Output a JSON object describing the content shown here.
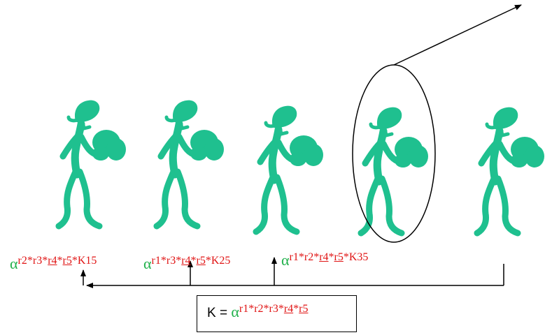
{
  "colors": {
    "figure": "#1fc08f",
    "alpha": "#22b14c",
    "exponent": "#e01414",
    "line": "#000000"
  },
  "figures": [
    {
      "name": "person-1"
    },
    {
      "name": "person-2"
    },
    {
      "name": "person-3"
    },
    {
      "name": "person-4",
      "highlighted": true
    },
    {
      "name": "person-5"
    }
  ],
  "labels": [
    {
      "alpha": "α",
      "parts": [
        {
          "t": "r2*r3*"
        },
        {
          "t": "r4",
          "u": true
        },
        {
          "t": "*"
        },
        {
          "t": "r5",
          "u": true
        },
        {
          "t": "*K15"
        }
      ]
    },
    {
      "alpha": "α",
      "parts": [
        {
          "t": "r1*r3*"
        },
        {
          "t": "r4",
          "u": true
        },
        {
          "t": "*"
        },
        {
          "t": "r5",
          "u": true
        },
        {
          "t": "*K25"
        }
      ]
    },
    {
      "alpha": "α",
      "parts": [
        {
          "t": "r1*r2*"
        },
        {
          "t": "r4",
          "u": true
        },
        {
          "t": "*"
        },
        {
          "t": "r5",
          "u": true
        },
        {
          "t": "*K35"
        }
      ]
    }
  ],
  "key": {
    "prefix": "K = ",
    "alpha": "α",
    "parts": [
      {
        "t": "r1*r2*r3*"
      },
      {
        "t": "r4",
        "u": true
      },
      {
        "t": "*"
      },
      {
        "t": "r5",
        "u": true
      }
    ]
  }
}
